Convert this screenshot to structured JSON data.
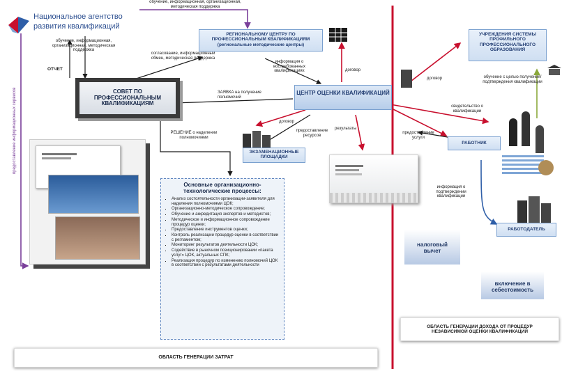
{
  "agency": {
    "line1": "Национальное агентство",
    "line2": "развития квалификаций"
  },
  "labels": {
    "top_arrow": "обучение, информационная, организационная, методическая поддержка",
    "left_support": "обучение, информационная, организационная, методическая поддержка",
    "report": "ОТЧЕТ",
    "approval": "согласование, информационный обмен, методическая поддержка",
    "info_quals": "информация о востребованных квалификациях",
    "contract1": "договор",
    "contract2": "договор",
    "contract3": "договор",
    "application": "ЗАЯВКА на получение полномочий",
    "decision": "РЕШЕНИЕ о наделении полномочиями",
    "resources": "предоставление ресурсов",
    "results": "результаты",
    "service": "предоставление услуги",
    "certificate": "свидетельство о квалификации",
    "study": "обучение с целью получения/подтверждения квалификации",
    "info_confirm": "информация о подтверждении квалификации",
    "vertical": "предоставление информационных сервисов"
  },
  "nodes": {
    "council": "СОВЕТ ПО ПРОФЕССИОНАЛЬНЫМ КВАЛИФИКАЦИЯМ",
    "regional": "РЕГИОНАЛЬНОМУ ЦЕНТРУ ПО ПРОФЕССИОНАЛЬНЫМ КВАЛИФИКАЦИЯМ (региональные методические центры)",
    "center": "ЦЕНТР ОЦЕНКИ КВАЛИФИКАЦИЙ",
    "exam": "ЭКЗАМЕНАЦИОННЫЕ ПЛОЩАДКИ",
    "institutions": "УЧРЕЖДЕНИЯ СИСТЕМЫ ПРОФИЛЬНОГО ПРОФЕССИОНАЛЬНОГО ОБРАЗОВАНИЯ",
    "worker": "РАБОТНИК",
    "employer": "РАБОТОДАТЕЛЬ",
    "tax": "налоговый вычет",
    "cost": "включение в себестоимость"
  },
  "processes": {
    "title": "Основные организационно-технологические процессы:",
    "items": [
      "Анализ состоятельности организации-заявителя для наделения полномочиями ЦОК;",
      "Организационно-методическое сопровождение;",
      "Обучение и аккредитация экспертов и методистов;",
      "Методическое и информационное сопровождение процедур оценки;",
      "Предоставление инструментов оценки;",
      "Контроль реализации процедур оценки в соответствии с регламентом;",
      "Мониторинг результатов деятельности ЦОК;",
      "Содействие в рыночном позиционировании «пакета услуг» ЦОК, актуальных СПК;",
      "Реализация процедур по изменению полномочий ЦОК в соответствии с результатами деятельности"
    ]
  },
  "regions": {
    "costs": "ОБЛАСТЬ ГЕНЕРАЦИИ ЗАТРАТ",
    "income": "ОБЛАСТЬ ГЕНЕРАЦИИ ДОХОДА ОТ ПРОЦЕДУР НЕЗАВИСИМОЙ ОЦЕНКИ КВАЛИФИКАЦИЙ"
  },
  "colors": {
    "red": "#c8102e",
    "blue": "#2f5fa8",
    "purple": "#7a3f9a",
    "green": "#8aa83a",
    "dark": "#1a1a1a"
  }
}
